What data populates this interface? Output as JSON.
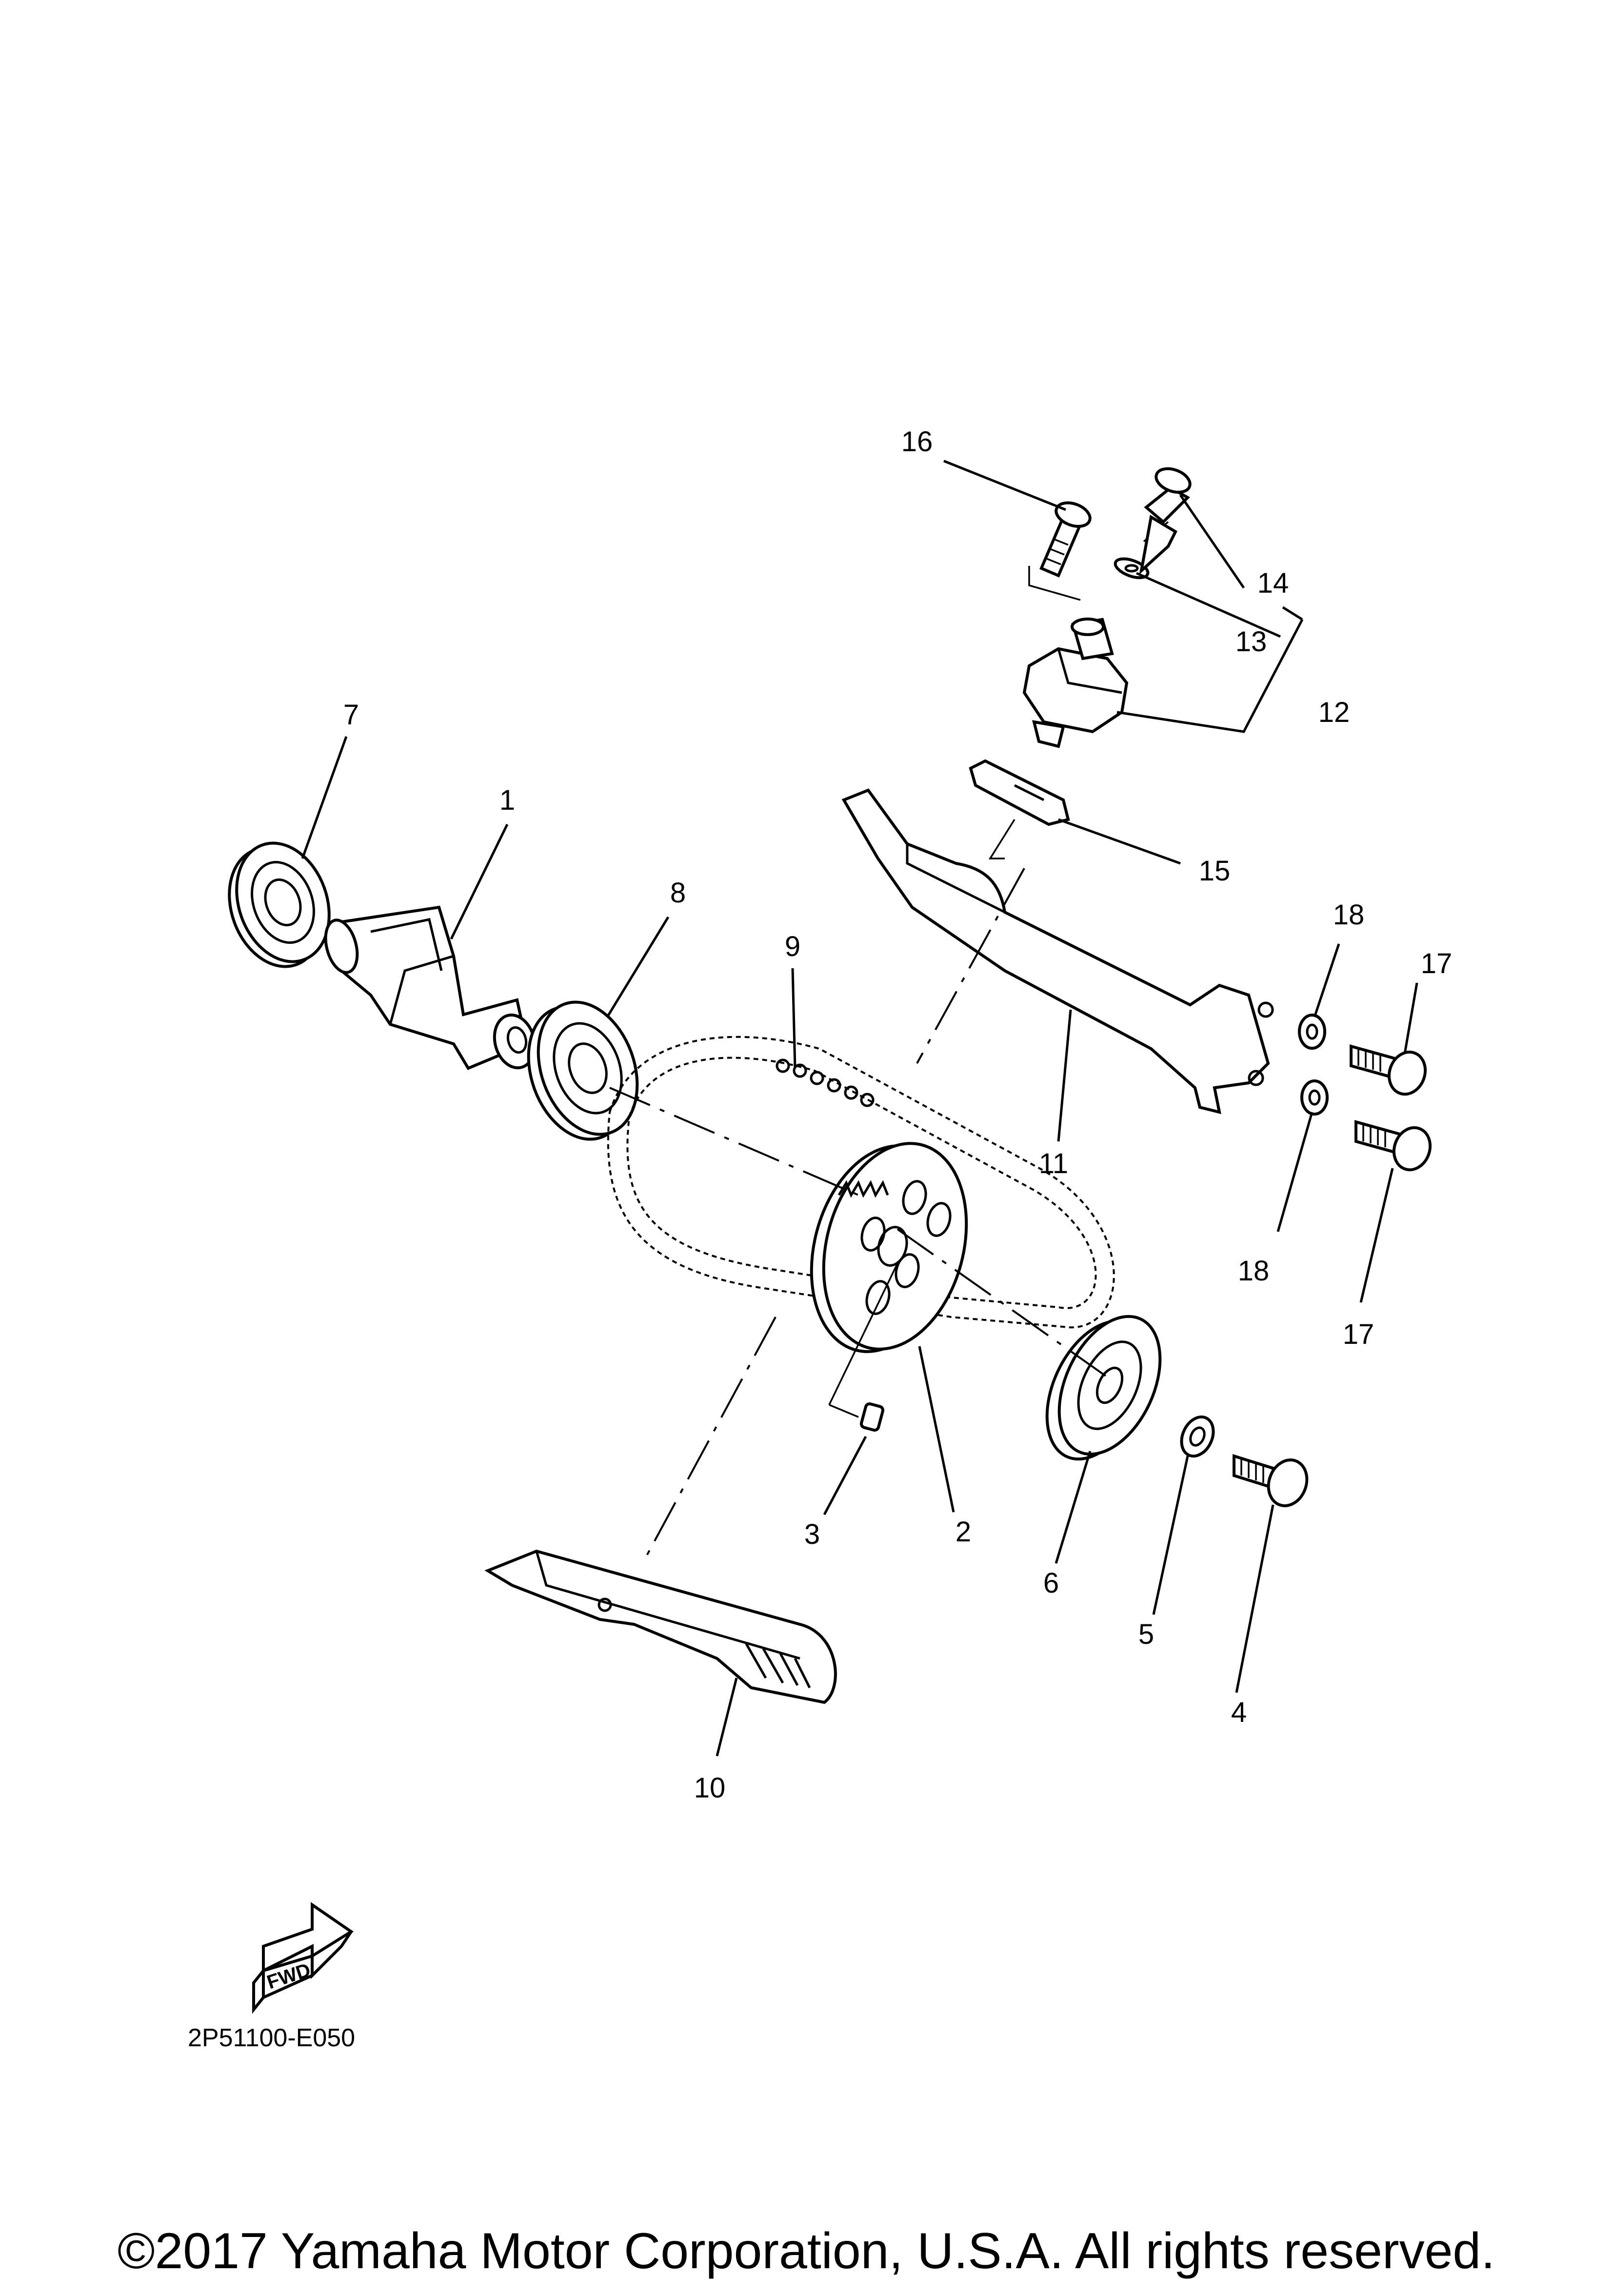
{
  "diagram": {
    "code": "2P51100-E050",
    "fwd_label": "FWD",
    "copyright": "©2017 Yamaha Motor Corporation, U.S.A. All rights reserved.",
    "callouts": [
      "1",
      "2",
      "3",
      "4",
      "5",
      "6",
      "7",
      "8",
      "9",
      "10",
      "11",
      "12",
      "13",
      "14",
      "15",
      "16",
      "17",
      "18",
      "17",
      "18"
    ]
  }
}
